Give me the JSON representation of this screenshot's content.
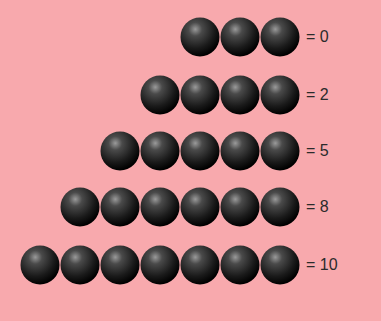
{
  "diagram": {
    "labels": [
      "= 0",
      "= 2",
      "= 5",
      "= 8",
      "= 10"
    ]
  }
}
